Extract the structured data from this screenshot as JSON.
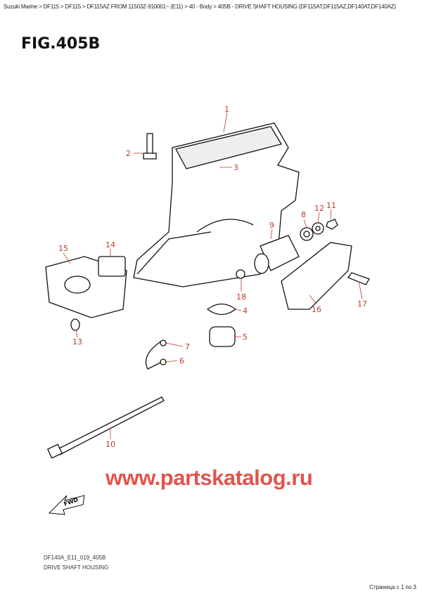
{
  "breadcrumb": "Suzuki Marine > DF115 > DF115 > DF115AZ FROM 11503Z-910001~ (E11) > 40 - Body > 405B - DRIVE SHAFT HOUSING (DF115AT,DF115AZ,DF140AT,DF140AZ)",
  "figure_title": "FIG.405B",
  "callouts": [
    {
      "label": "1"
    },
    {
      "label": "2"
    },
    {
      "label": "3"
    },
    {
      "label": "4"
    },
    {
      "label": "5"
    },
    {
      "label": "6"
    },
    {
      "label": "7"
    },
    {
      "label": "8"
    },
    {
      "label": "9"
    },
    {
      "label": "10"
    },
    {
      "label": "11"
    },
    {
      "label": "12"
    },
    {
      "label": "13"
    },
    {
      "label": "14"
    },
    {
      "label": "15"
    },
    {
      "label": "16"
    },
    {
      "label": "17"
    },
    {
      "label": "18"
    }
  ],
  "fwd_label": "FWD",
  "watermark": "www.partskatalog.ru",
  "drawing_code": "DF140A_E11_019_405B",
  "caption": "DRIVE SHAFT HOUSING",
  "pagination": "Страница с 1 по 3",
  "colors": {
    "callout": "#c0392b",
    "watermark": "#e0413a"
  }
}
